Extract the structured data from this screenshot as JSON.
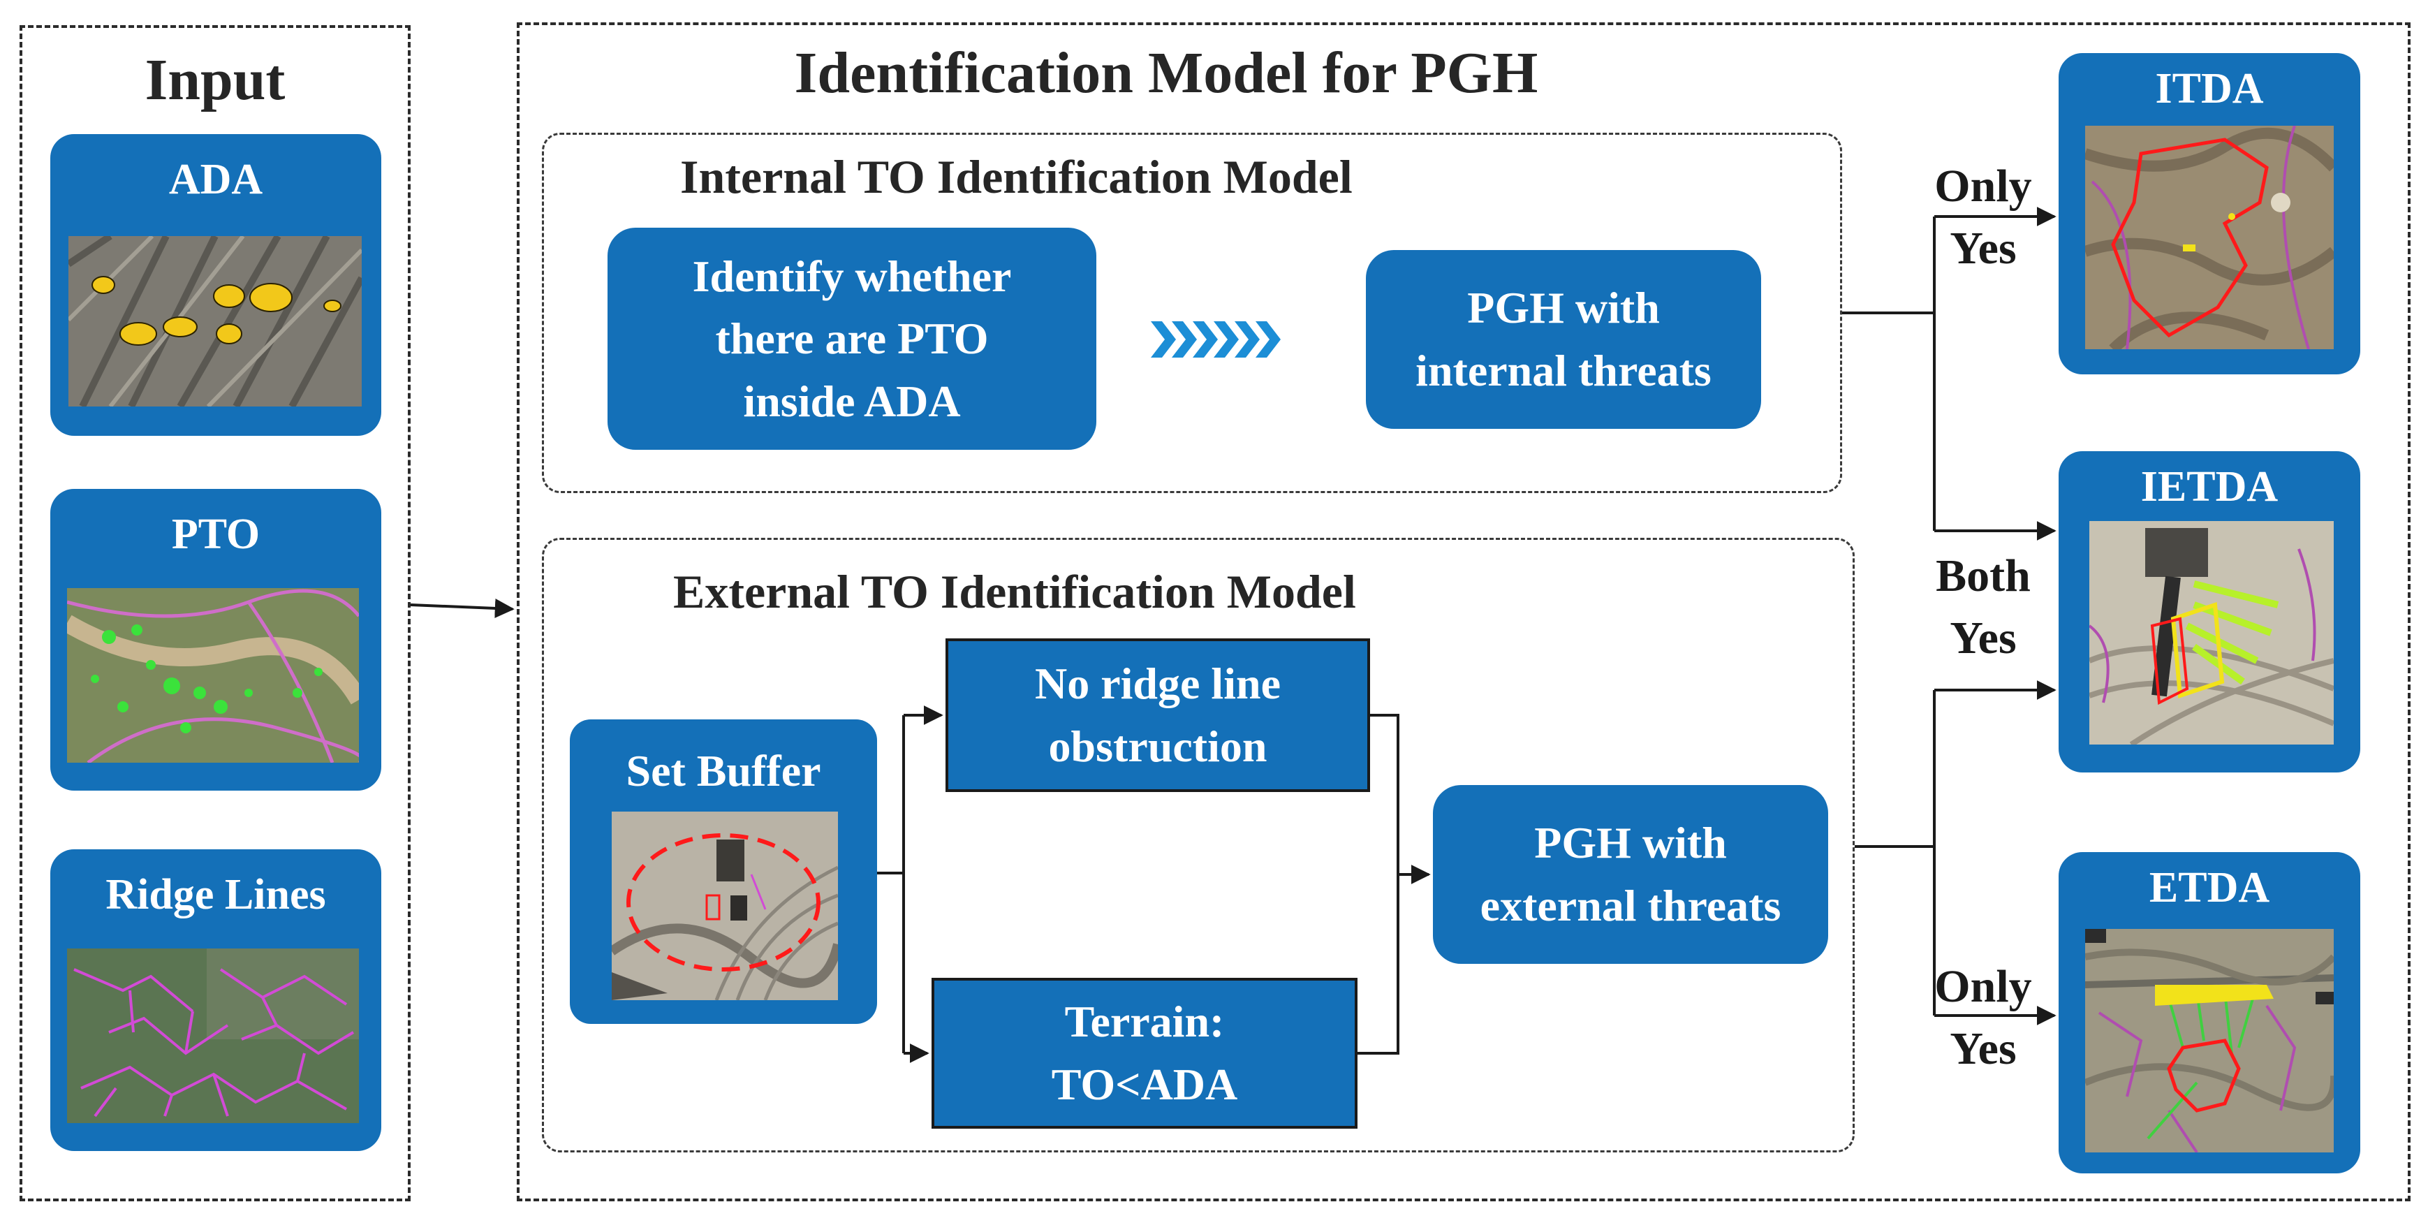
{
  "input": {
    "title": "Input",
    "cards": [
      {
        "label": "ADA"
      },
      {
        "label": "PTO"
      },
      {
        "label": "Ridge Lines"
      }
    ]
  },
  "model": {
    "title": "Identification Model for PGH",
    "internal": {
      "title": "Internal TO Identification Model",
      "step1": "Identify whether\nthere are PTO\ninside ADA",
      "result": "PGH with\ninternal threats"
    },
    "external": {
      "title": "External TO Identification Model",
      "buffer": "Set Buffer",
      "cond1": "No ridge line\nobstruction",
      "cond2": "Terrain:\nTO<ADA",
      "result": "PGH with\nexternal threats"
    }
  },
  "outputs": {
    "cards": [
      {
        "label": "ITDA"
      },
      {
        "label": "IETDA"
      },
      {
        "label": "ETDA"
      }
    ],
    "edge_labels": [
      {
        "text": "Only\nYes"
      },
      {
        "text": "Both\nYes"
      },
      {
        "text": "Only\nYes"
      }
    ]
  },
  "colors": {
    "box_blue": "#1470b8",
    "arrow": "#1a1a1a",
    "chevron": "#1c8ed6",
    "ada_patch": "#f2c81a",
    "pto_patch": "#39e33a",
    "ridge_line": "#d24bd6",
    "boundary": "#ff1a1a"
  }
}
